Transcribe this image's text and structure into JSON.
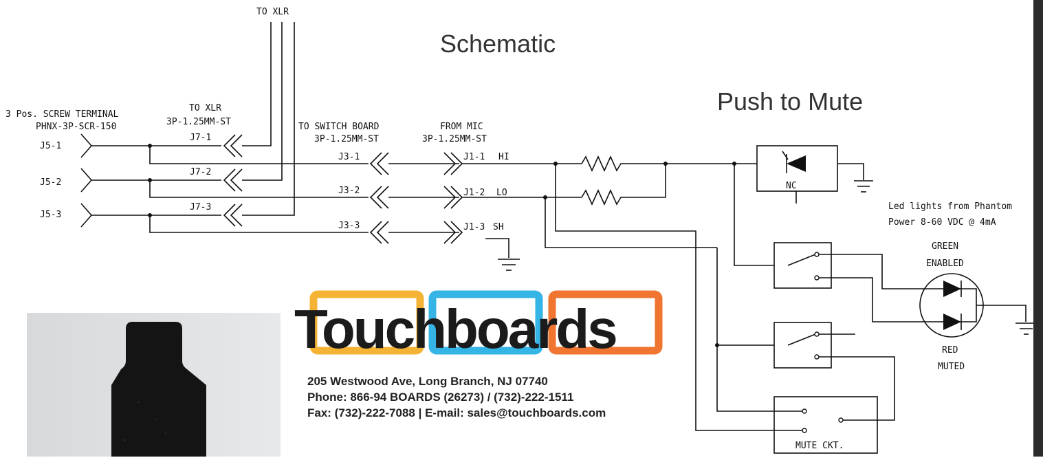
{
  "titles": {
    "main": "Schematic",
    "sub": "Push to Mute"
  },
  "labels": {
    "to_xlr_top": "TO XLR",
    "screw_terminal_1": "3 Pos. SCREW TERMINAL",
    "screw_terminal_2": "PHNX-3P-SCR-150",
    "to_xlr": "TO XLR",
    "to_xlr_part": "3P-1.25MM-ST",
    "to_switch_board": "TO SWITCH BOARD",
    "switch_board_part": "3P-1.25MM-ST",
    "from_mic": "FROM MIC",
    "from_mic_part": "3P-1.25MM-ST",
    "j5_1": "J5-1",
    "j5_2": "J5-2",
    "j5_3": "J5-3",
    "j7_1": "J7-1",
    "j7_2": "J7-2",
    "j7_3": "J7-3",
    "j3_1": "J3-1",
    "j3_2": "J3-2",
    "j3_3": "J3-3",
    "j1_1": "J1-1",
    "j1_2": "J1-2",
    "j1_3": "J1-3",
    "hi": "HI",
    "lo": "LO",
    "sh": "SH",
    "nc": "NC",
    "led_note_1": "Led lights from Phantom",
    "led_note_2": "Power 8-60 VDC @ 4mA",
    "green": "GREEN",
    "enabled": "ENABLED",
    "red": "RED",
    "muted": "MUTED",
    "mute_ckt": "MUTE CKT."
  },
  "logo": {
    "name": "Touchboards",
    "box_colors": [
      "#f5b335",
      "#35b4e6",
      "#ef7530"
    ]
  },
  "contact": {
    "address": "205 Westwood Ave, Long Branch, NJ 07740",
    "phone": "Phone: 866-94 BOARDS (26273) / (732)-222-1511",
    "fax": "Fax: (732)-222-7088 | E-mail: sales@touchboards.com"
  }
}
